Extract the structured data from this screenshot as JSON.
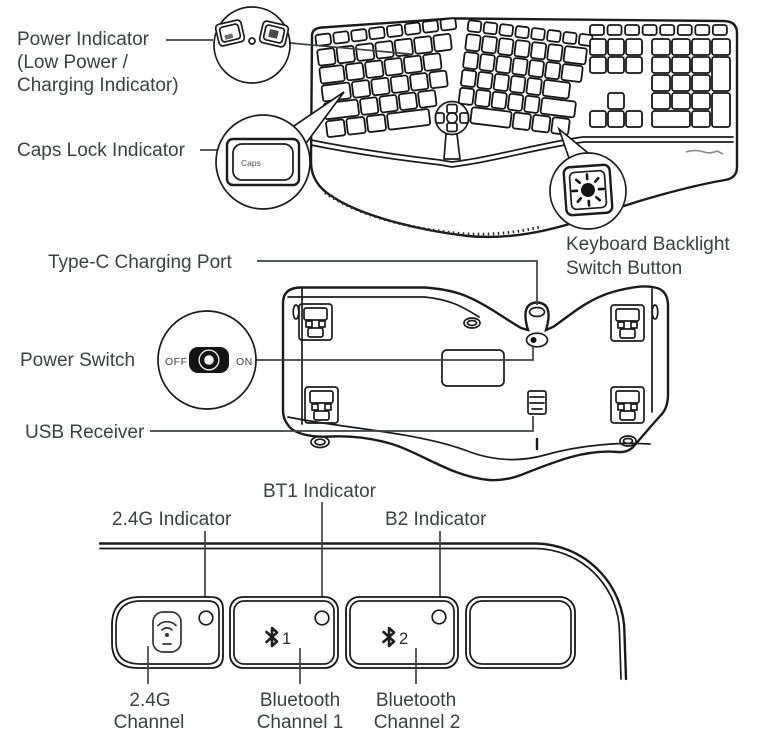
{
  "colors": {
    "label_text": "#3c4043",
    "line_ink": "#1b1b1b",
    "callout_line": "#3f4245"
  },
  "top_view": {
    "power_indicator": {
      "line1": "Power Indicator",
      "line2": "(Low Power /",
      "line3": "Charging Indicator)"
    },
    "caps_lock_indicator": "Caps Lock Indicator",
    "caps_key": "Caps",
    "backlight": {
      "line1": "Keyboard Backlight",
      "line2": "Switch Button"
    }
  },
  "bottom_view": {
    "type_c": "Type-C Charging Port",
    "power_switch": "Power Switch",
    "power_switch_off": "OFF",
    "power_switch_on": "ON",
    "usb_receiver": "USB Receiver"
  },
  "channel_view": {
    "indicator_24g": "2.4G Indicator",
    "indicator_bt1": "BT1 Indicator",
    "indicator_b2": "B2 Indicator",
    "bt1_digit": "1",
    "bt2_digit": "2",
    "channel_24g": {
      "line1": "2.4G",
      "line2": "Channel"
    },
    "channel_bt1": {
      "line1": "Bluetooth",
      "line2": "Channel 1"
    },
    "channel_bt2": {
      "line1": "Bluetooth",
      "line2": "Channel 2"
    }
  }
}
